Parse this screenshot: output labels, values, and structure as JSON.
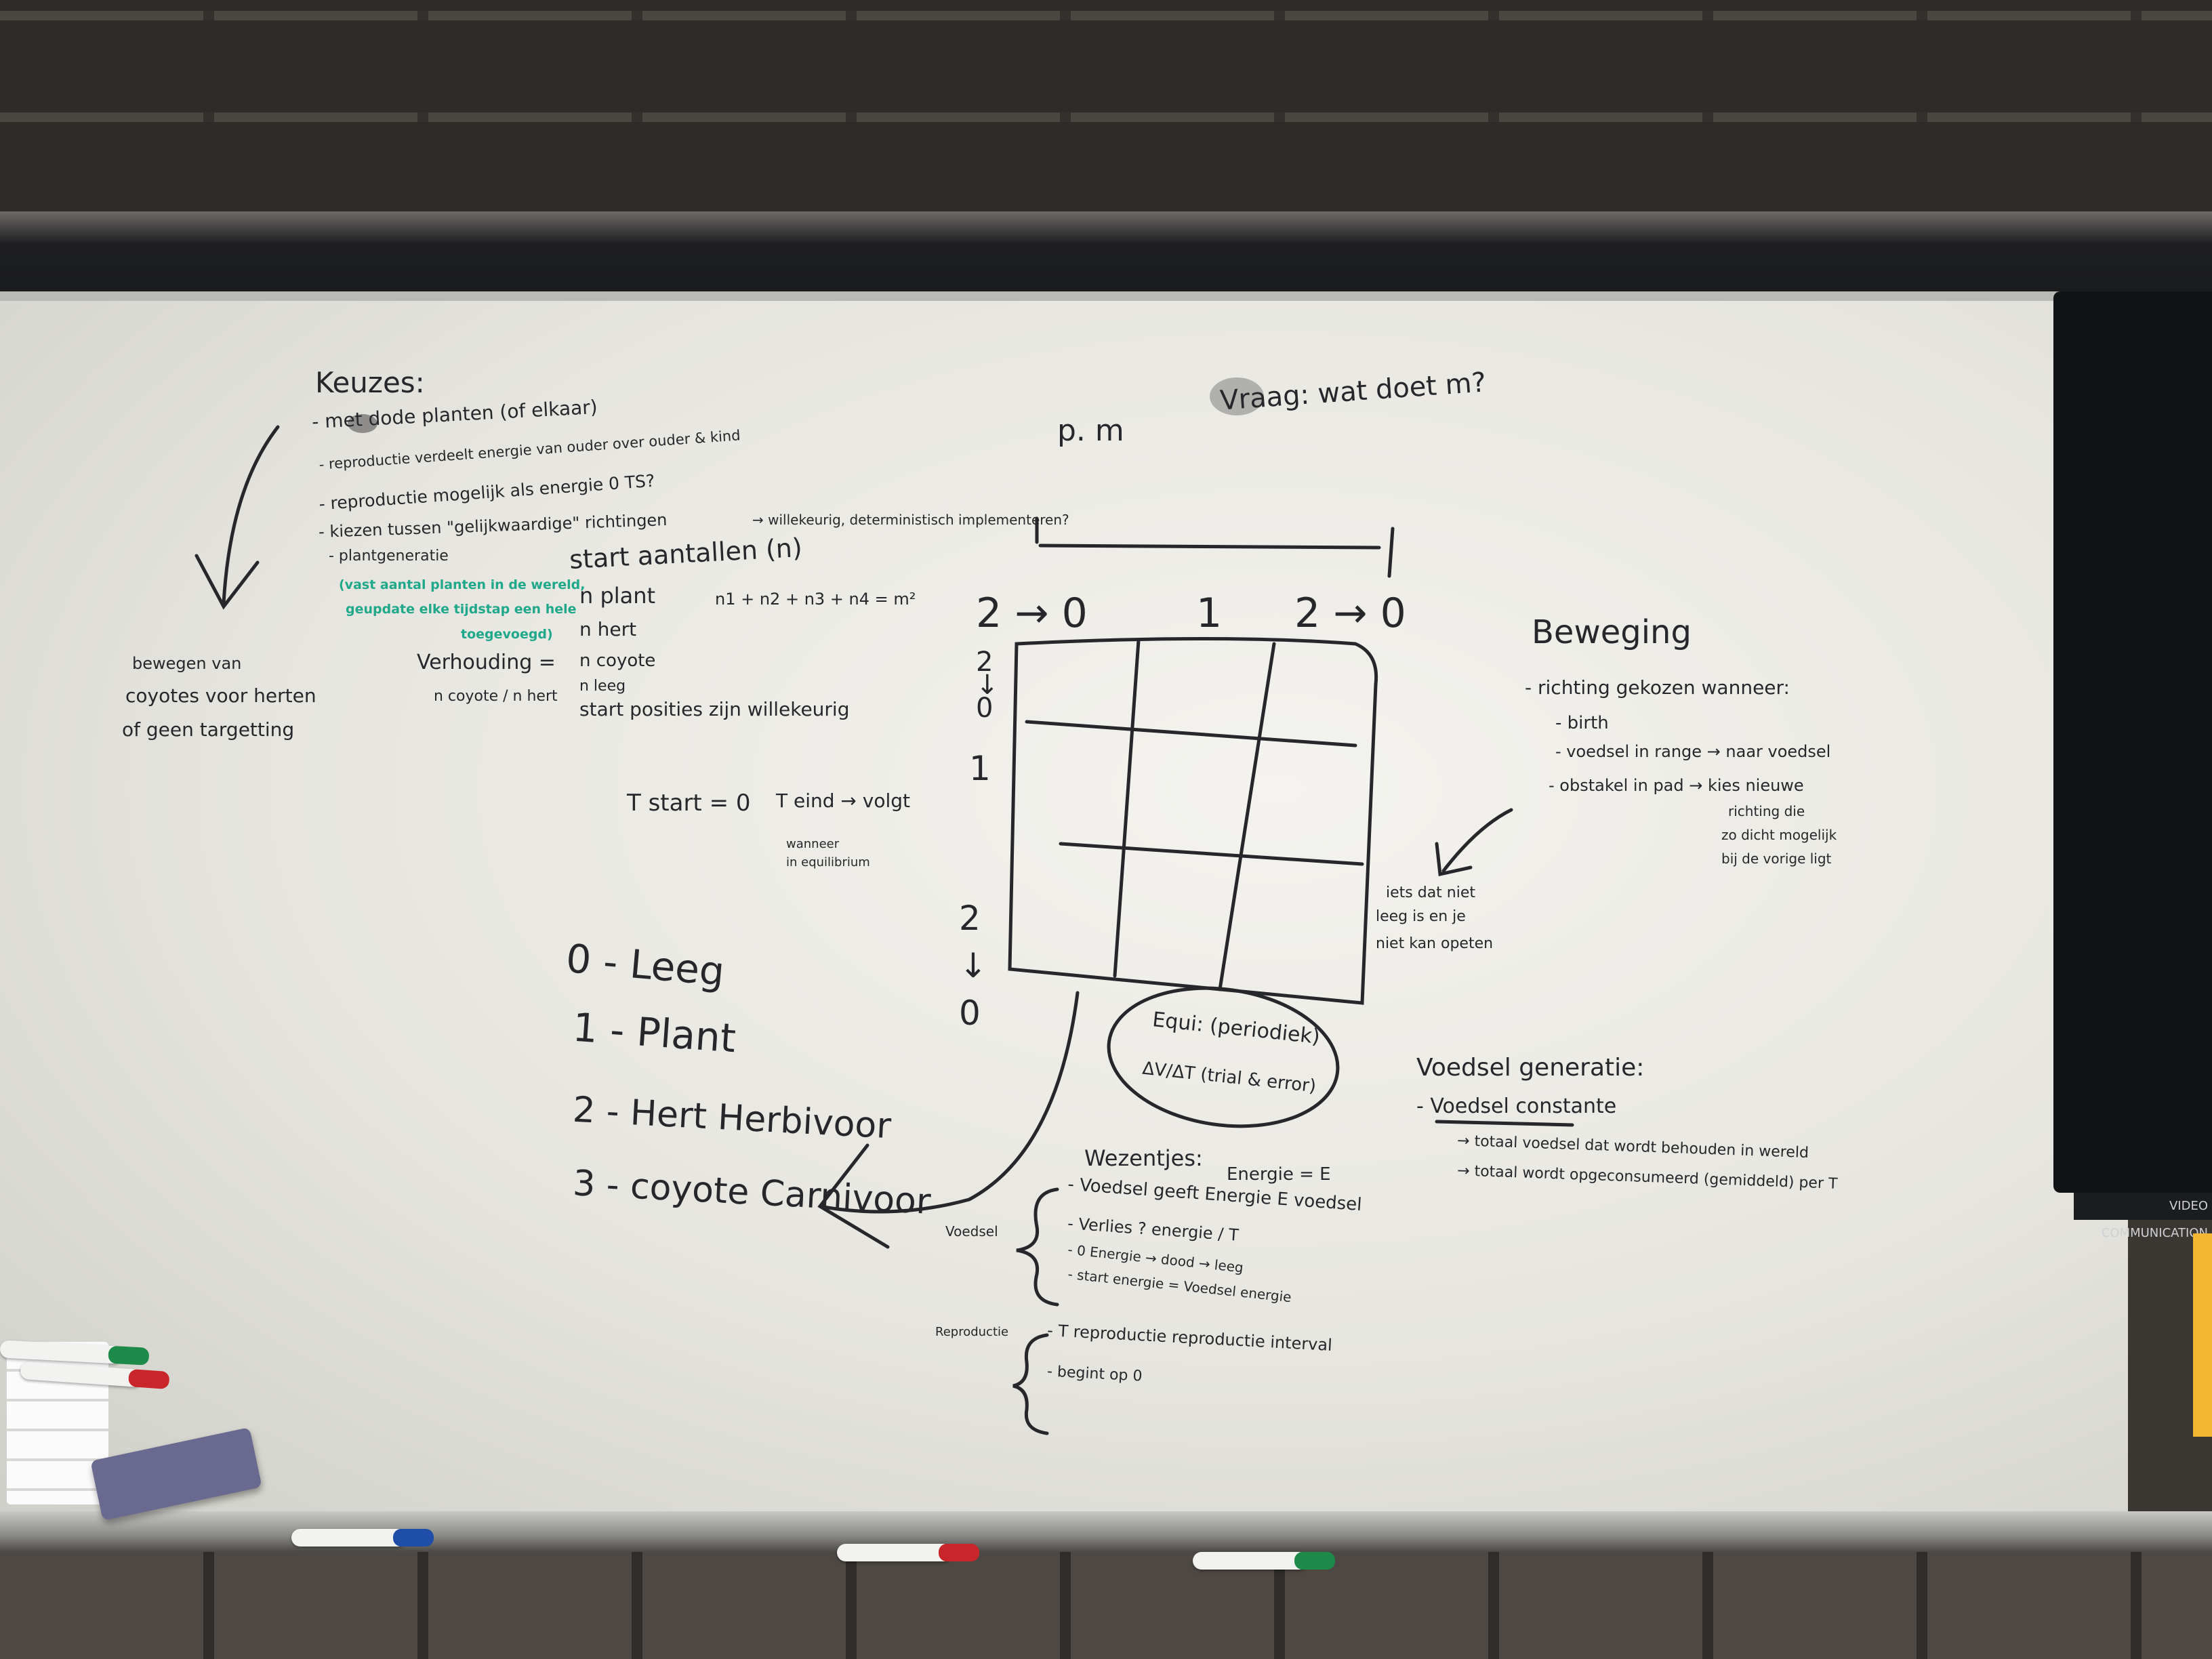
{
  "whiteboard": {
    "top_right_question": "Vraag: wat doet m?",
    "pm_label": "p. m",
    "choices": {
      "heading": "Keuzes:",
      "lines": [
        "- met dode planten (of elkaar)",
        "- reproductie verdeelt energie van ouder over ouder & kind",
        "- reproductie mogelijk als energie 0 TS?",
        "- kiezen tussen \"gelijkwaardige\" richtingen",
        "- plantgeneratie"
      ],
      "side_note": "→ willekeurig, deterministisch implementeren?",
      "green_note": [
        "(vast aantal planten in de wereld,",
        "geupdate elke tijdstap een hele",
        "toegevoegd)"
      ],
      "left_note": [
        "bewegen van",
        "coyotes voor herten",
        "of geen targetting"
      ]
    },
    "start": {
      "heading": "start aantallen (n)",
      "items": [
        "n plant",
        "n hert",
        "n coyote",
        "n leeg"
      ],
      "equation": "n1 + n2 + n3 + n4 = m²",
      "ratio_label": "Verhouding =",
      "ratio_value": "n coyote / n hert",
      "positions": "start posities zijn willekeurig"
    },
    "time": {
      "start": "T start = 0",
      "end": "T eind → volgt",
      "end_note": [
        "wanneer",
        "in equilibrium"
      ]
    },
    "legend": [
      "0 - Leeg",
      "1 - Plant",
      "2 - Hert Herbivoor",
      "3 - coyote Carnivoor"
    ],
    "grid": {
      "top_labels": [
        "2 → 0",
        "1",
        "2 → 0"
      ],
      "left_labels": [
        "2 ↓ 0",
        "1",
        "2 ↓ 0"
      ]
    },
    "movement": {
      "heading": "Beweging",
      "lines": [
        "- richting gekozen wanneer:",
        "- birth",
        "- voedsel in range → naar voedsel",
        "- obstakel in pad → kies nieuwe",
        "richting die",
        "zo dicht mogelijk",
        "bij de vorige ligt"
      ],
      "obstacle_note": [
        "iets dat niet",
        "leeg is en je",
        "niet kan opeten"
      ]
    },
    "equilibrium": {
      "line1": "Equi: (periodiek)",
      "line2": "ΔV/ΔT (trial & error)"
    },
    "food": {
      "heading": "Voedsel generatie:",
      "sub": "- Voedsel constante",
      "lines": [
        "→ totaal voedsel dat wordt behouden in wereld",
        "→ totaal wordt opgeconsumeerd (gemiddeld) per T"
      ]
    },
    "creatures": {
      "heading": "Wezentjes:",
      "energy": "Energie = E",
      "food_group": "Voedsel",
      "food_lines": [
        "- Voedsel geeft Energie E voedsel",
        "- Verlies ? energie / T",
        "- 0 Energie → dood → leeg",
        "- start energie = Voedsel energie"
      ],
      "repro_group": "Reproductie",
      "repro_lines": [
        "- T reproductie  reproductie interval",
        "- begint op 0"
      ]
    }
  },
  "monitor": {
    "label": "VIDEO COMMUNICATION"
  },
  "colors": {
    "ink": "#26272b",
    "green_ink": "#1fa88a",
    "board": "#efeee9"
  }
}
